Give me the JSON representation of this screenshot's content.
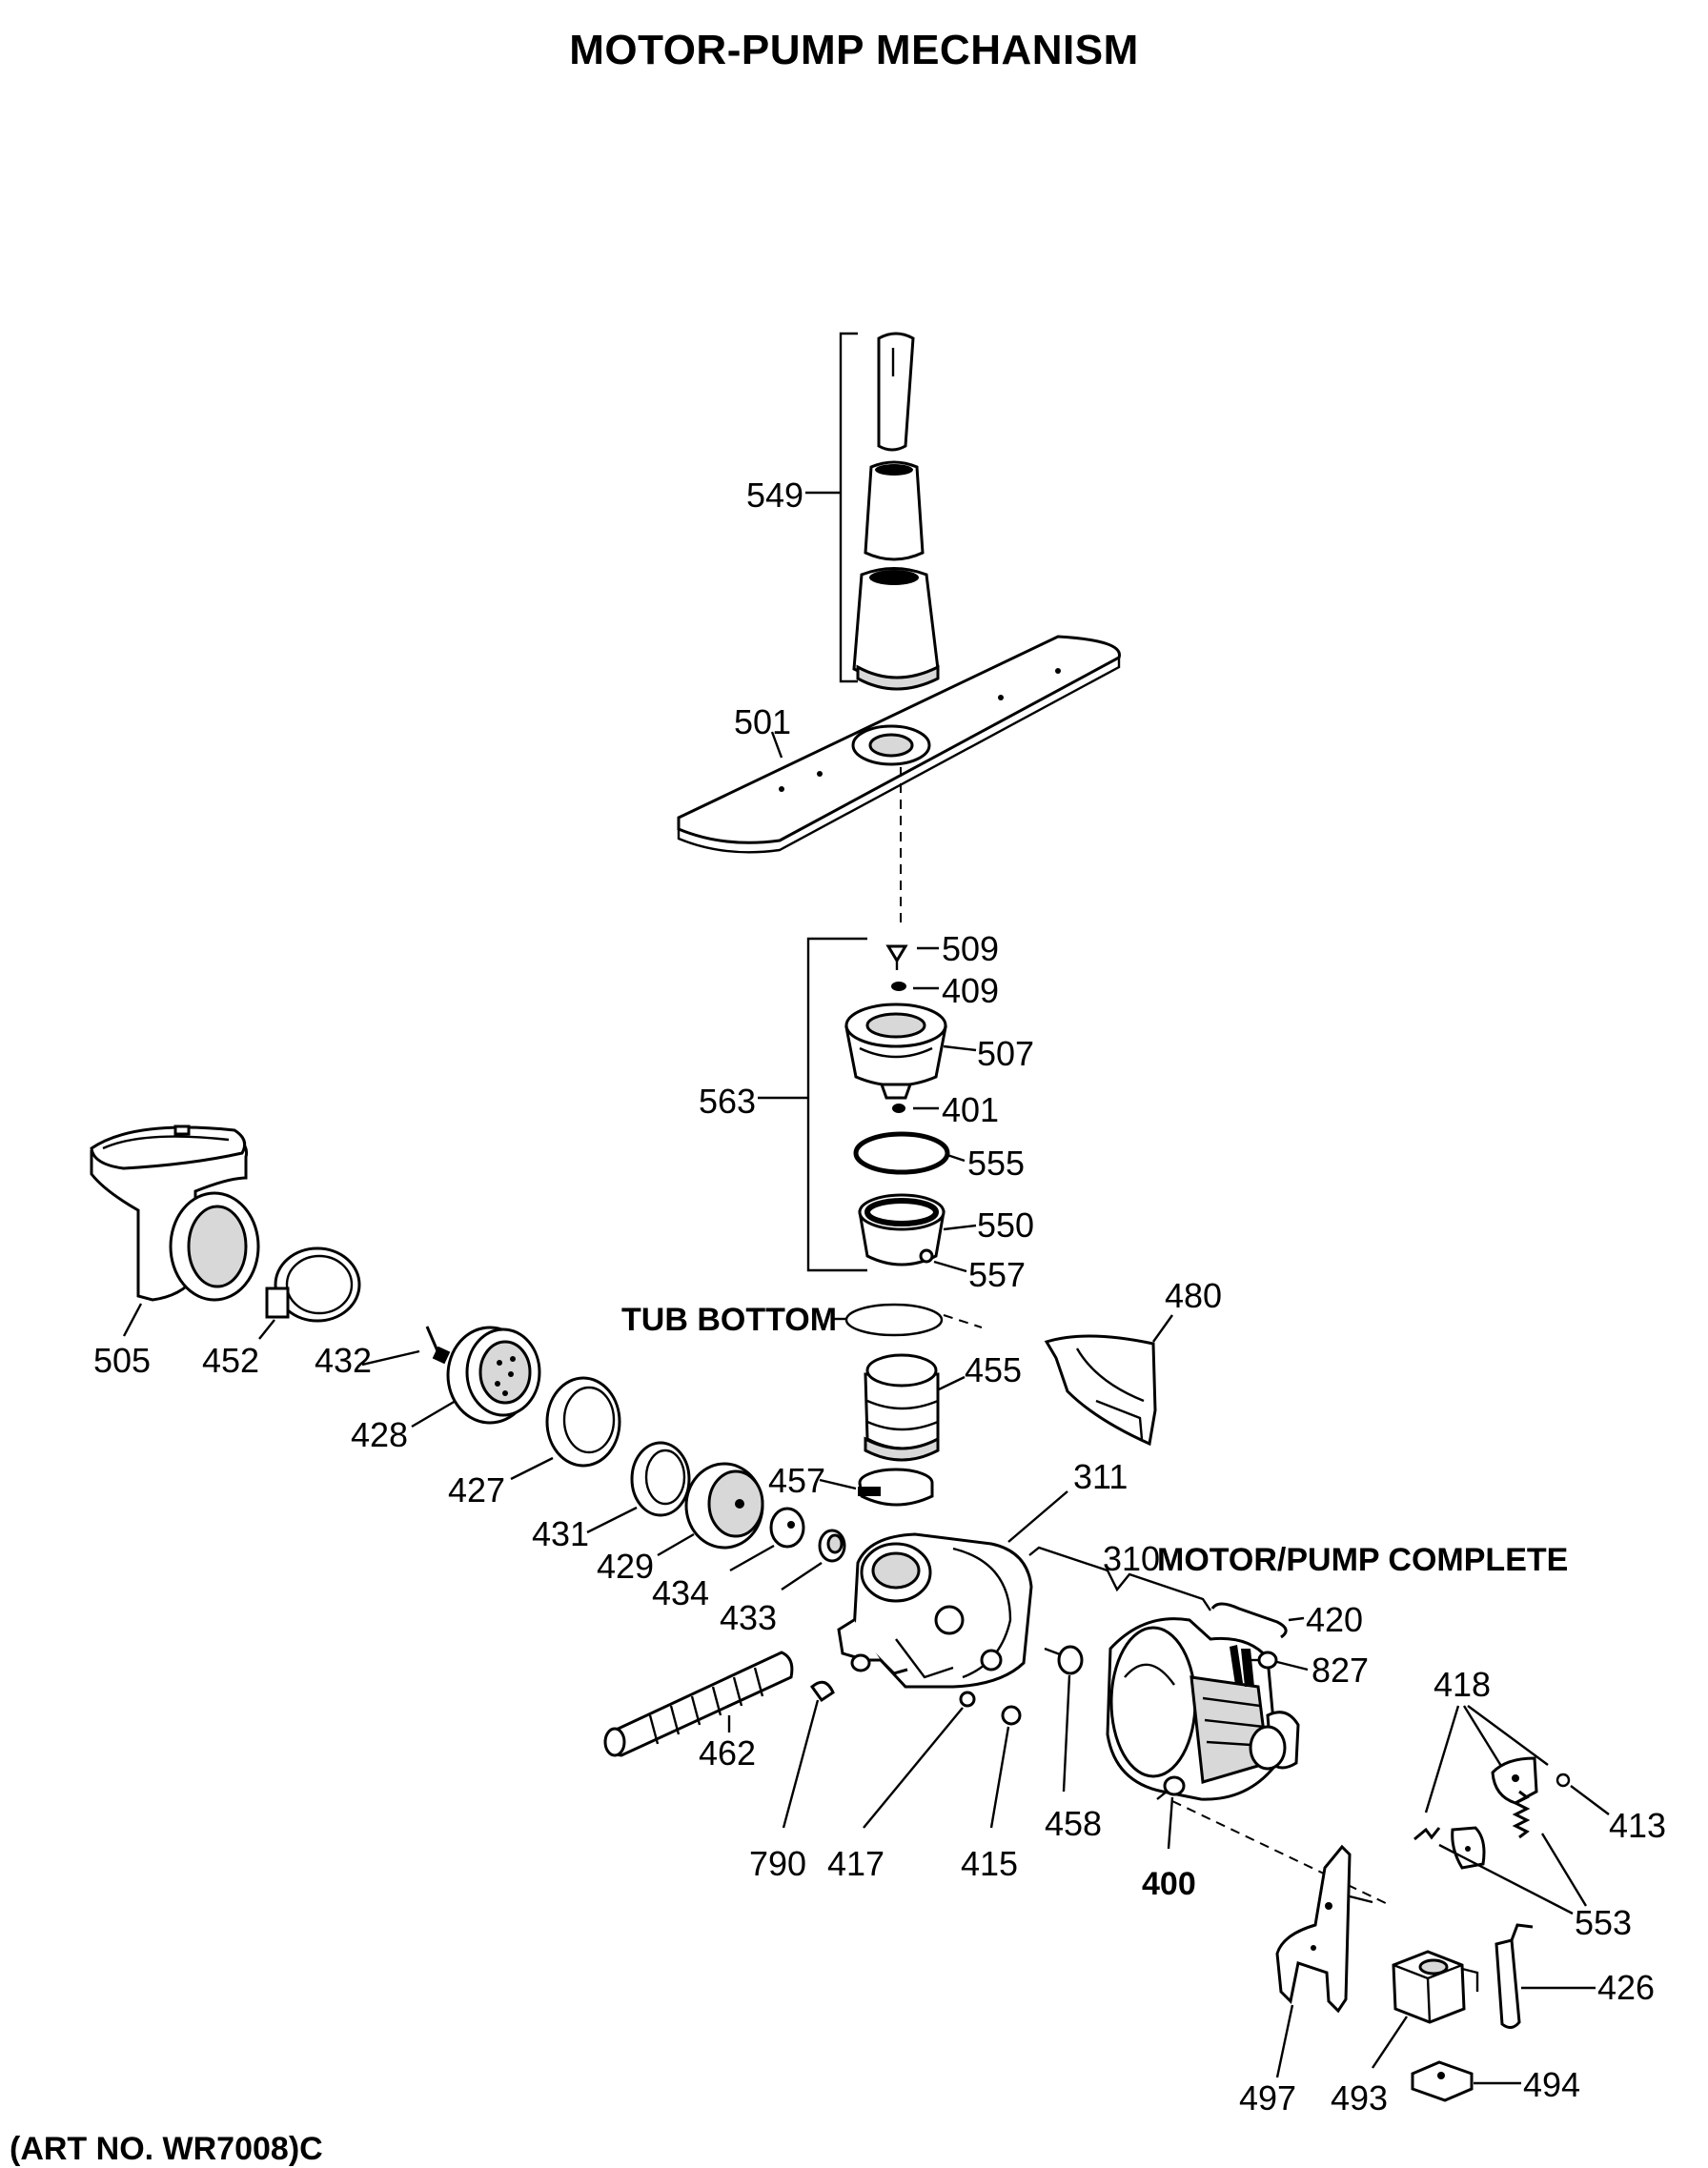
{
  "title": "MOTOR-PUMP MECHANISM",
  "footer": "(ART NO. WR7008)C",
  "labels": {
    "tub_bottom": "TUB BOTTOM",
    "motor_pump_complete": "MOTOR/PUMP COMPLETE",
    "p549": "549",
    "p501": "501",
    "p509": "509",
    "p409": "409",
    "p507": "507",
    "p563": "563",
    "p401": "401",
    "p555": "555",
    "p550": "550",
    "p557": "557",
    "p480": "480",
    "p505": "505",
    "p452": "452",
    "p432": "432",
    "p428": "428",
    "p455": "455",
    "p427": "427",
    "p457": "457",
    "p311": "311",
    "p431": "431",
    "p429": "429",
    "p434": "434",
    "p433": "433",
    "p310": "310",
    "p420": "420",
    "p827": "827",
    "p418": "418",
    "p462": "462",
    "p458": "458",
    "p413": "413",
    "p790": "790",
    "p417": "417",
    "p415": "415",
    "p400": "400",
    "p553": "553",
    "p426": "426",
    "p497": "497",
    "p493": "493",
    "p494": "494"
  }
}
